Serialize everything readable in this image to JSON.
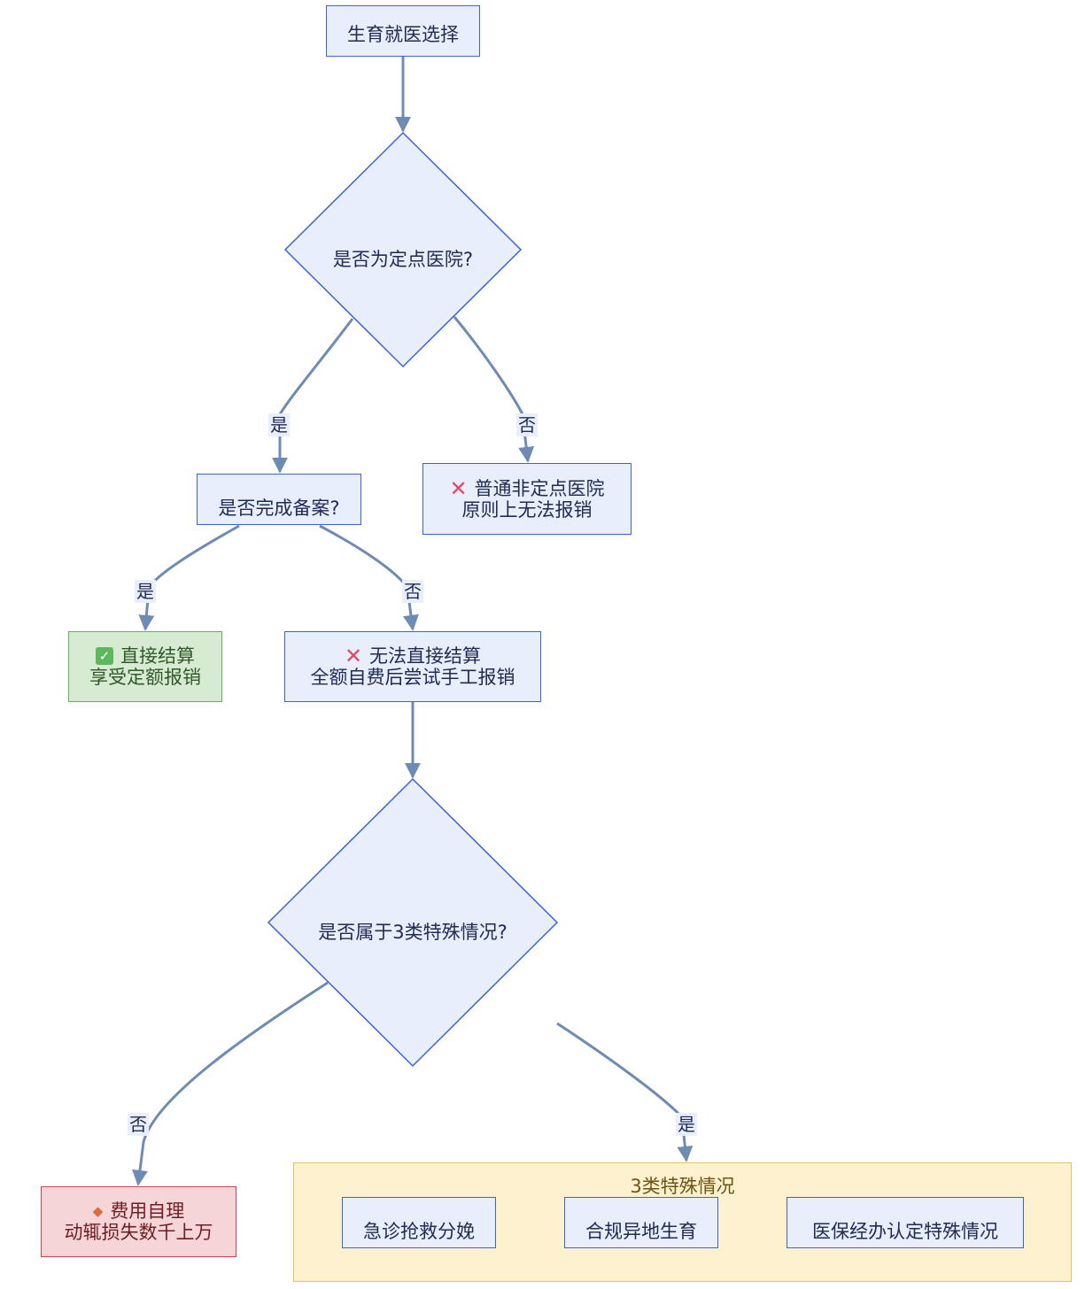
{
  "nodes": {
    "start": "生育就医选择",
    "q_designated": "是否为定点医院?",
    "q_filed": "是否完成备案?",
    "non_designated": {
      "line1": "普通非定点医院",
      "line2": "原则上无法报销",
      "icon": "x-icon"
    },
    "direct_settle": {
      "line1": "直接结算",
      "line2": "享受定额报销",
      "icon": "check-icon"
    },
    "no_direct": {
      "line1": "无法直接结算",
      "line2": "全额自费后尝试手工报销",
      "icon": "x-icon"
    },
    "q_special": "是否属于3类特殊情况?",
    "self_pay": {
      "line1": "费用自理",
      "line2": "动辄损失数千上万",
      "icon": "diamond-icon"
    }
  },
  "group": {
    "title": "3类特殊情况",
    "items": [
      "急诊抢救分娩",
      "合规异地生育",
      "医保经办认定特殊情况"
    ]
  },
  "edge_labels": {
    "designated_yes": "是",
    "designated_no": "否",
    "filed_yes": "是",
    "filed_no": "否",
    "special_no": "否",
    "special_yes": "是"
  },
  "colors": {
    "node_fill": "#e8eefb",
    "node_border": "#3b63d6",
    "edge": "#6d8bb3",
    "success_fill": "#d7ead2",
    "danger_fill": "#f5d5d7",
    "group_fill": "#fdf1cf"
  }
}
